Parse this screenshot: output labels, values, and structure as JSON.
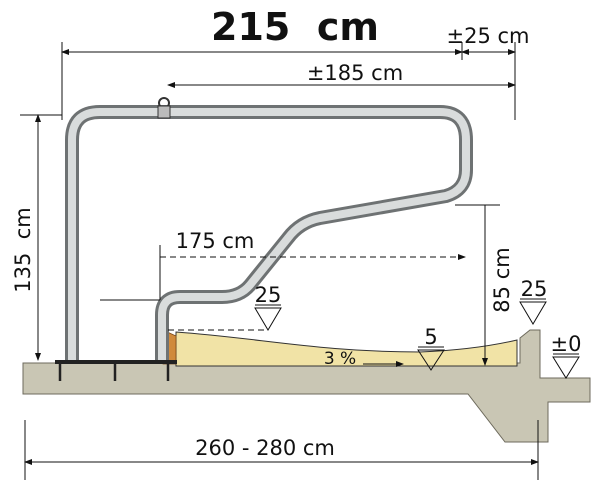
{
  "title": "215  cm",
  "dimensions": {
    "top_offset": "±25 cm",
    "rail_length": "±185 cm",
    "height_total": "135  cm",
    "entry_length": "175 cm",
    "rail_height": "85 cm",
    "base_length": "260 - 280 cm"
  },
  "levels": {
    "entry": "25",
    "wall": "25",
    "low_point": "5",
    "ground": "±0"
  },
  "slope": "3 %",
  "colors": {
    "concrete": "#c9c6b4",
    "sand": "#f1e3a6",
    "wood": "#d08a3c",
    "pipe": "#b9bcbd"
  }
}
